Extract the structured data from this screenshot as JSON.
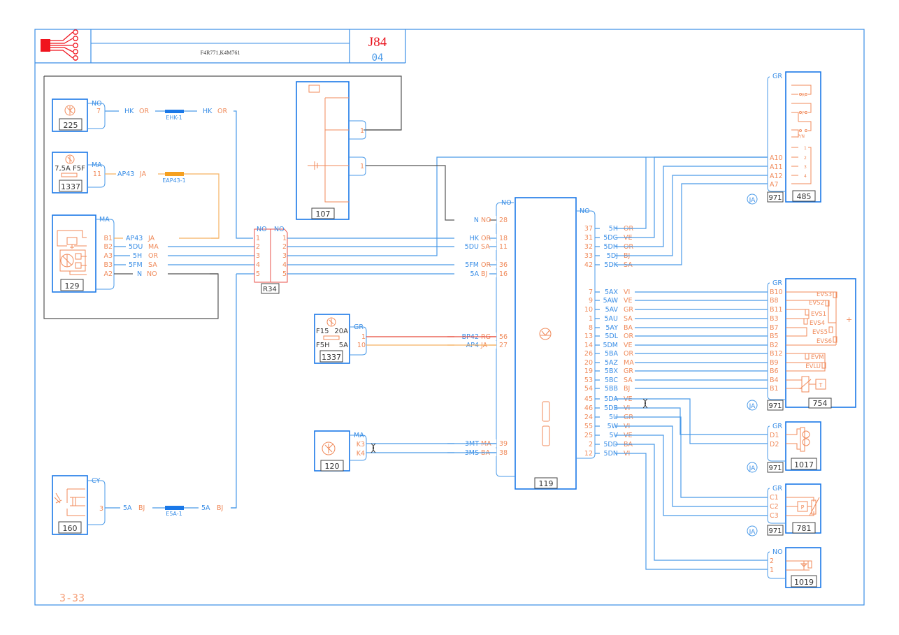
{
  "header": {
    "title": "J84",
    "subtitle": "04",
    "engines": "F4R771,K4M761",
    "title_color": "#e8141e",
    "subtitle_color": "#3a8ee6"
  },
  "footer": {
    "page_ref": "3-33"
  },
  "components": {
    "c225": {
      "id": "225",
      "connector": "NO",
      "pins": [
        "7"
      ]
    },
    "c1337a": {
      "id": "1337",
      "connector": "MA",
      "pins": [
        "11"
      ],
      "fuse": "7,5A  F5F"
    },
    "c129": {
      "id": "129",
      "connector": "MA",
      "pins": [
        "B1",
        "B2",
        "A3",
        "B3",
        "A2"
      ]
    },
    "c160": {
      "id": "160",
      "connector": "CY",
      "pins": [
        "3"
      ]
    },
    "r34": {
      "id": "R34",
      "left_conn": "NO",
      "right_conn": "NO",
      "pins": [
        "1",
        "2",
        "3",
        "4",
        "5"
      ]
    },
    "c107": {
      "id": "107",
      "pins": [
        "1",
        "1"
      ]
    },
    "c1337b": {
      "id": "1337",
      "connector": "GR",
      "pins": [
        "1",
        "10"
      ],
      "fuse1_name": "F15",
      "fuse1_rating": "20A",
      "fuse2_name": "F5H",
      "fuse2_rating": "5A"
    },
    "c120": {
      "id": "120",
      "connector": "MA",
      "pins": [
        "K3",
        "K4"
      ]
    },
    "c119": {
      "id": "119",
      "left_conn": "NO",
      "right_conn": "NO"
    },
    "c485": {
      "id": "485",
      "connector": "GR",
      "pins": [
        "A10",
        "A11",
        "A12",
        "A7"
      ],
      "switches": [
        "R",
        "P",
        "P/N",
        "1",
        "2",
        "3",
        "4"
      ],
      "ref": "971",
      "color_code": "JA"
    },
    "c754": {
      "id": "754",
      "connector": "GR",
      "pins": [
        "B10",
        "B8",
        "B11",
        "B3",
        "B7",
        "B5",
        "B2",
        "B12",
        "B9",
        "B6",
        "B4",
        "B1"
      ],
      "valves": [
        "EVS3",
        "EVS2",
        "EVS1",
        "EVS4",
        "EVS5",
        "EVS6",
        "EVM",
        "EVLU"
      ],
      "sensor": "T",
      "plus": "+",
      "ref": "971",
      "color_code": "JA"
    },
    "c1017": {
      "id": "1017",
      "connector": "GR",
      "pins": [
        "D1",
        "D2"
      ],
      "ref": "971",
      "color_code": "JA"
    },
    "c781": {
      "id": "781",
      "connector": "GR",
      "pins": [
        "C1",
        "C2",
        "C3"
      ],
      "sensor": "P",
      "ref": "971",
      "color_code": "JA"
    },
    "c1019": {
      "id": "1019",
      "connector": "NO",
      "pins": [
        "2",
        "1"
      ]
    }
  },
  "splices": {
    "ehk": "EHK-1",
    "eap43": "EAP43-1",
    "e5a": "E5A-1"
  },
  "wires_left": [
    {
      "code": "HK",
      "color": "OR"
    },
    {
      "code": "AP43",
      "color": "JA"
    },
    {
      "code": "AP43",
      "color": "JA"
    },
    {
      "code": "5DU",
      "color": "MA"
    },
    {
      "code": "5H",
      "color": "OR"
    },
    {
      "code": "5FM",
      "color": "SA"
    },
    {
      "code": "N",
      "color": "NO"
    },
    {
      "code": "5A",
      "color": "BJ"
    }
  ],
  "ecu_left": [
    {
      "code": "N",
      "color": "NO",
      "pin": "28"
    },
    {
      "code": "HK",
      "color": "OR",
      "pin": "18"
    },
    {
      "code": "5DU",
      "color": "SA",
      "pin": "11"
    },
    {
      "code": "5FM",
      "color": "OR",
      "pin": "36"
    },
    {
      "code": "5A",
      "color": "BJ",
      "pin": "16"
    },
    {
      "code": "BP42",
      "color": "RG",
      "pin": "56"
    },
    {
      "code": "AP4",
      "color": "JA",
      "pin": "27"
    },
    {
      "code": "3MT",
      "color": "MA",
      "pin": "39"
    },
    {
      "code": "3MS",
      "color": "BA",
      "pin": "38"
    }
  ],
  "ecu_right_top": [
    {
      "pin": "37",
      "code": "5H",
      "color": "OR"
    },
    {
      "pin": "31",
      "code": "5DG",
      "color": "VE"
    },
    {
      "pin": "32",
      "code": "5DH",
      "color": "OR"
    },
    {
      "pin": "33",
      "code": "5DJ",
      "color": "BJ"
    },
    {
      "pin": "42",
      "code": "5DK",
      "color": "SA"
    }
  ],
  "ecu_right_bottom": [
    {
      "pin": "7",
      "code": "5AX",
      "color": "VI"
    },
    {
      "pin": "9",
      "code": "5AW",
      "color": "VE"
    },
    {
      "pin": "10",
      "code": "5AV",
      "color": "GR"
    },
    {
      "pin": "1",
      "code": "5AU",
      "color": "SA"
    },
    {
      "pin": "8",
      "code": "5AY",
      "color": "BA"
    },
    {
      "pin": "13",
      "code": "5DL",
      "color": "OR"
    },
    {
      "pin": "14",
      "code": "5DM",
      "color": "VE"
    },
    {
      "pin": "26",
      "code": "5BA",
      "color": "OR"
    },
    {
      "pin": "20",
      "code": "5AZ",
      "color": "MA"
    },
    {
      "pin": "19",
      "code": "5BX",
      "color": "GR"
    },
    {
      "pin": "53",
      "code": "5BC",
      "color": "SA"
    },
    {
      "pin": "54",
      "code": "5BB",
      "color": "BJ"
    },
    {
      "pin": "45",
      "code": "5DA",
      "color": "VE"
    },
    {
      "pin": "46",
      "code": "5DB",
      "color": "VI"
    },
    {
      "pin": "24",
      "code": "5U",
      "color": "GR"
    },
    {
      "pin": "55",
      "code": "5W",
      "color": "VI"
    },
    {
      "pin": "25",
      "code": "5V",
      "color": "VE"
    },
    {
      "pin": "2",
      "code": "5DD",
      "color": "BA"
    },
    {
      "pin": "12",
      "code": "5DN",
      "color": "VI"
    }
  ]
}
